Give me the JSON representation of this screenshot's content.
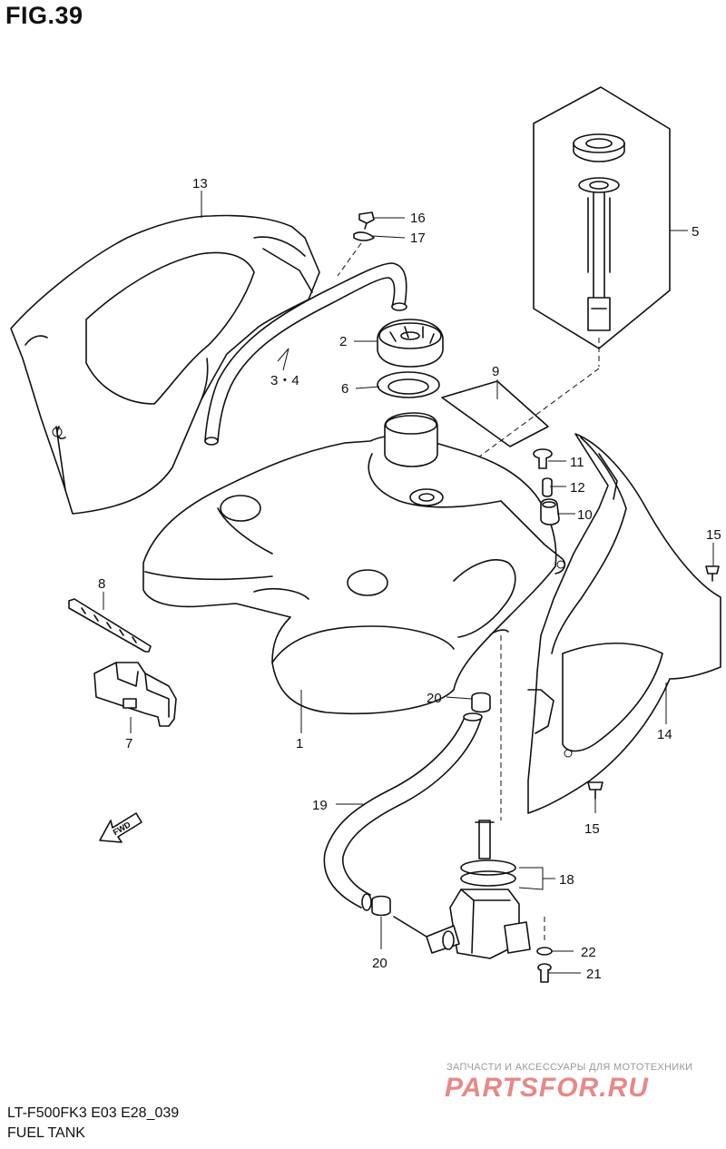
{
  "figure": {
    "title": "FIG.39",
    "model_code": "LT-F500FK3 E03 E28_039",
    "section_name": "FUEL TANK",
    "fwd_arrow_text": "FWD"
  },
  "callouts": [
    {
      "id": "c1",
      "text": "1"
    },
    {
      "id": "c2",
      "text": "2"
    },
    {
      "id": "c34",
      "text": "3・4"
    },
    {
      "id": "c5",
      "text": "5"
    },
    {
      "id": "c6",
      "text": "6"
    },
    {
      "id": "c7",
      "text": "7"
    },
    {
      "id": "c8",
      "text": "8"
    },
    {
      "id": "c9",
      "text": "9"
    },
    {
      "id": "c10",
      "text": "10"
    },
    {
      "id": "c11",
      "text": "11"
    },
    {
      "id": "c12",
      "text": "12"
    },
    {
      "id": "c13",
      "text": "13"
    },
    {
      "id": "c14",
      "text": "14"
    },
    {
      "id": "c15a",
      "text": "15"
    },
    {
      "id": "c15b",
      "text": "15"
    },
    {
      "id": "c16",
      "text": "16"
    },
    {
      "id": "c17",
      "text": "17"
    },
    {
      "id": "c18",
      "text": "18"
    },
    {
      "id": "c19",
      "text": "19"
    },
    {
      "id": "c20a",
      "text": "20"
    },
    {
      "id": "c20b",
      "text": "20"
    },
    {
      "id": "c21",
      "text": "21"
    },
    {
      "id": "c22",
      "text": "22"
    }
  ],
  "watermark": {
    "tagline": "ЗАПЧАСТИ И АКСЕССУАРЫ ДЛЯ МОТОТЕХНИКИ",
    "logo": "PARTSFOR.RU"
  }
}
